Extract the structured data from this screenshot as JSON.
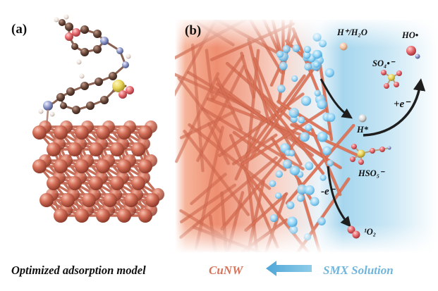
{
  "panel_a": {
    "label": "(a)",
    "caption": "Optimized adsorption model"
  },
  "panel_b": {
    "label": "(b)",
    "species": {
      "h_plus_water": "H⁺/H₂O",
      "hydroxyl_radical": "HO•",
      "sulfate_radical": "SO₄•⁻",
      "plus_electron": "+e⁻",
      "h_star": "H*",
      "peroxymonosulfate": "HSO₅⁻",
      "minus_electron": "-e⁻",
      "singlet_oxygen": "¹O₂"
    }
  },
  "bottom": {
    "cunw": "CuNW",
    "smx": "SMX Solution"
  },
  "colors": {
    "copper": "#d5705a",
    "copper_dark": "#8e3a2a",
    "cunw_text": "#d8735a",
    "smx_text": "#6fb5dc",
    "arrow": "#6fb8de",
    "bubble": "#7ccaf0",
    "solution": "#8fcbe9",
    "oxygen": "#e5676c",
    "sulfur": "#e7d45a",
    "nitrogen": "#8d97c8",
    "carbon": "#6b4a3c"
  }
}
